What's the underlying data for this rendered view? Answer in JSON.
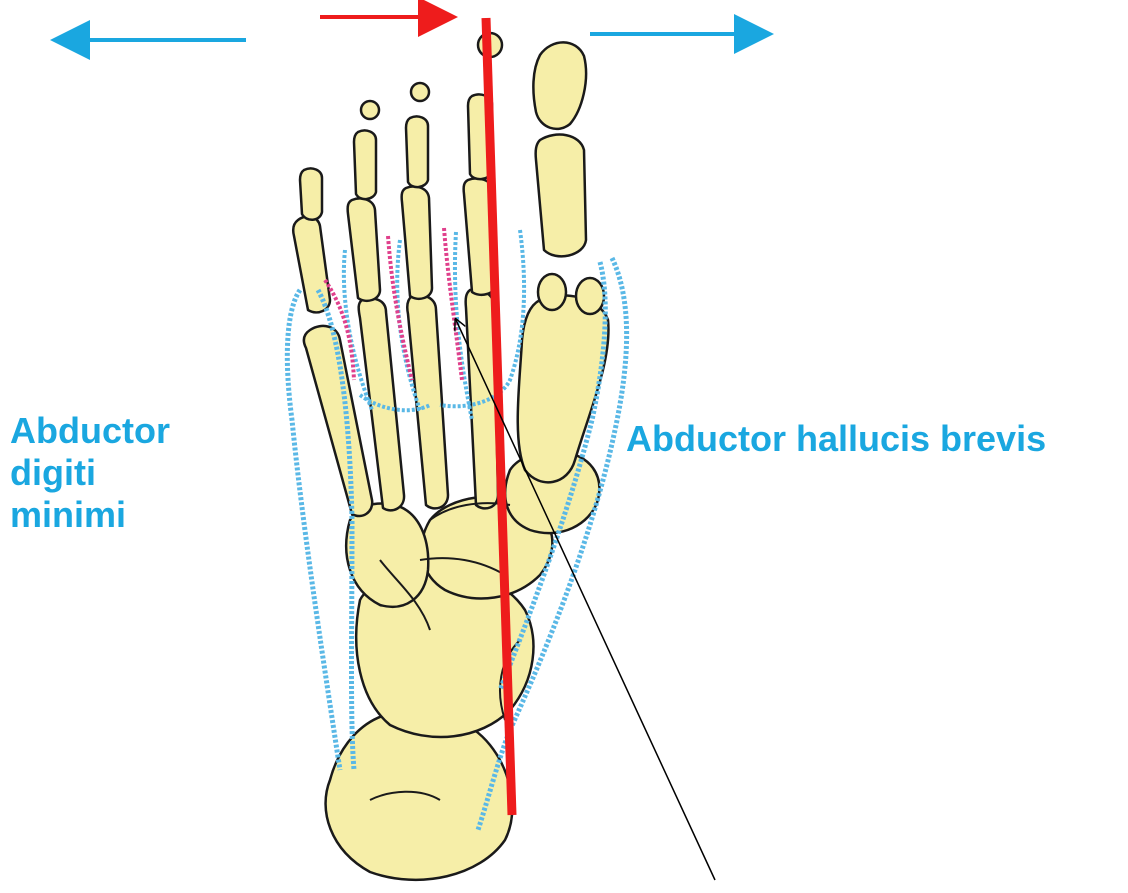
{
  "labels": {
    "left_line1": "Abductor",
    "left_line2": "digiti",
    "left_line3": "minimi",
    "right": "Abductor hallucis brevis"
  },
  "colors": {
    "label": "#1aa7e0",
    "arrow_blue": "#1aa7e0",
    "arrow_red": "#ee1c1c",
    "axis_line": "#ee1c1c",
    "bone_fill": "#f6eea8",
    "bone_stroke": "#1a1a1a",
    "muscle_blue": "#5ab8e6",
    "muscle_pink": "#e0408c",
    "pointer": "#000000"
  },
  "icons": {
    "left_arrow": "arrow-left-icon",
    "right_arrow": "arrow-right-icon",
    "center_arrow": "arrow-right-icon"
  }
}
